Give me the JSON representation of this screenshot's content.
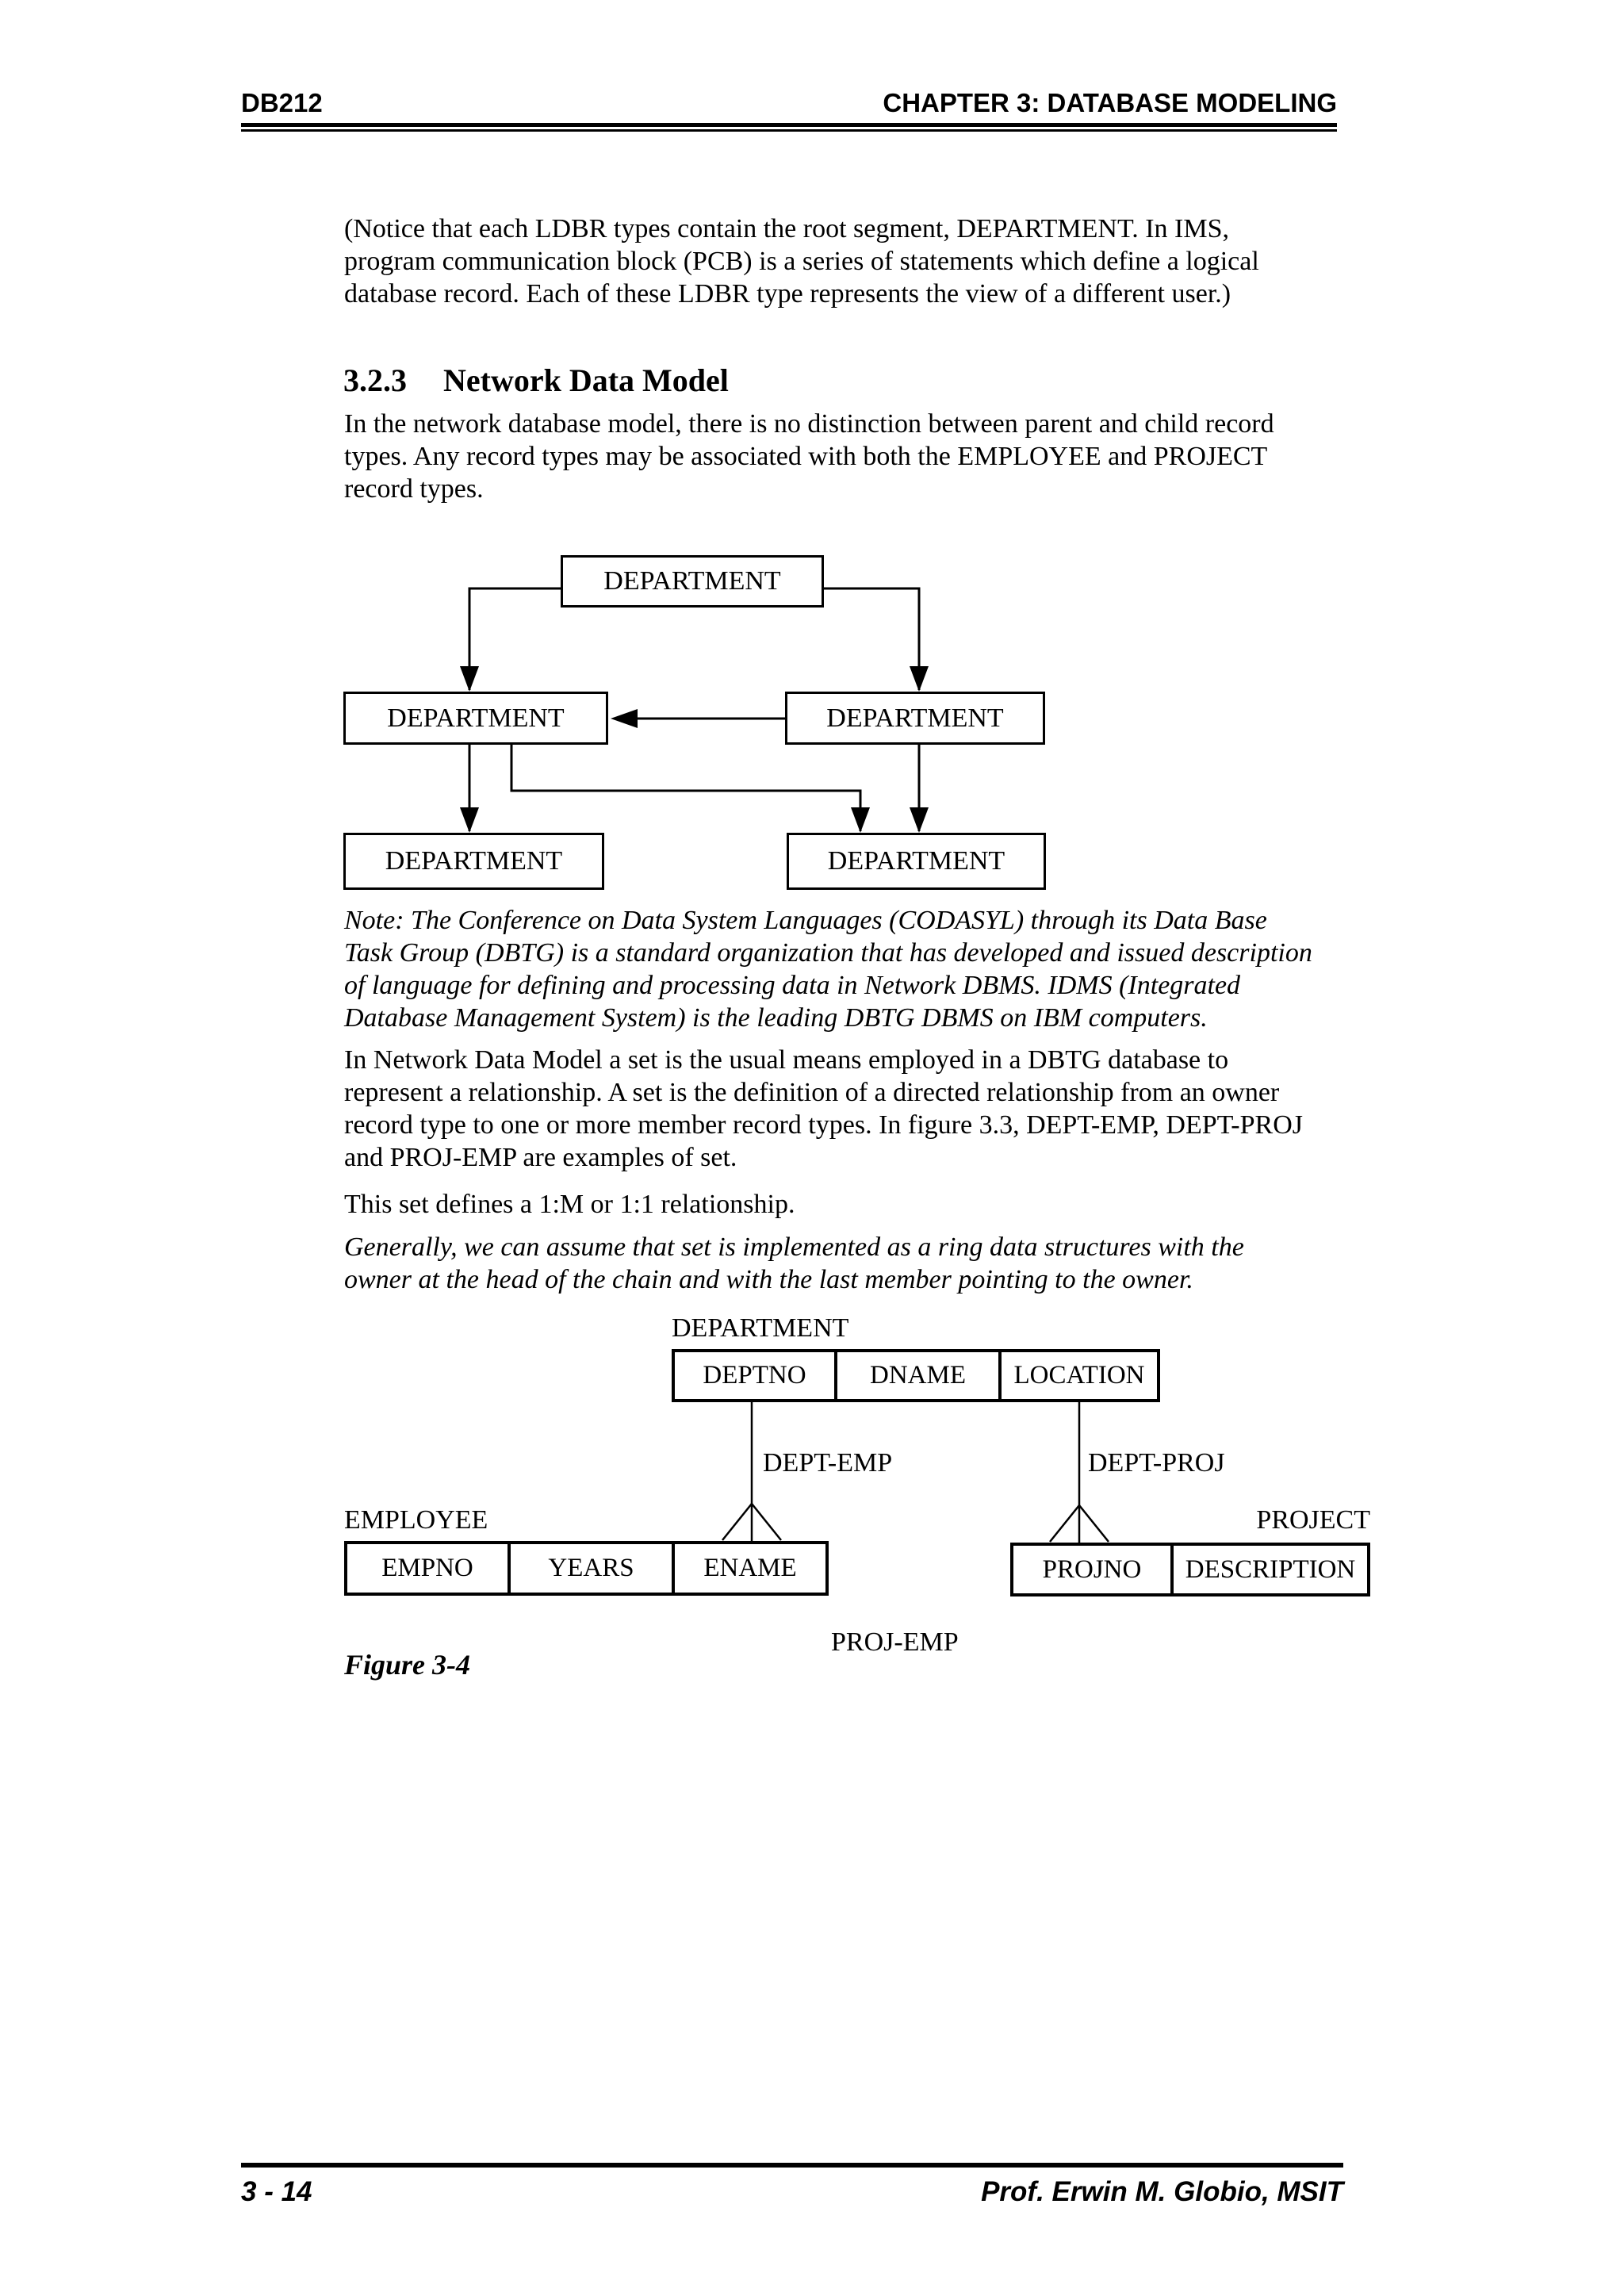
{
  "header": {
    "course_code": "DB212",
    "chapter_title": "CHAPTER 3: DATABASE MODELING"
  },
  "section": {
    "number": "3.2.3",
    "title": "Network Data Model"
  },
  "paragraphs": {
    "ldbr_note": "(Notice that each LDBR types contain the root segment, DEPARTMENT. In IMS,\nprogram communication block (PCB) is a series of statements which define a logical\ndatabase record. Each of these LDBR type represents the view of a different user.)",
    "network_intro": "In the network database model, there is no distinction between parent and child record\ntypes. Any record types may be associated with both the EMPLOYEE and PROJECT\nrecord types.",
    "codasyl_note": "Note: The Conference on Data System Languages (CODASYL) through its Data Base\nTask Group (DBTG) is a standard organization that has developed and issued description\nof language for defining and processing data in Network DBMS. IDMS (Integrated\nDatabase Management System) is the leading DBTG DBMS on IBM computers.",
    "set_usage": "In Network Data Model a set is the usual means employed in a DBTG database to\nrepresent a relationship. A set is the definition of a directed relationship from an owner\nrecord type to one or more member record types. In figure 3.3, DEPT-EMP, DEPT-PROJ\nand PROJ-EMP are examples of set.",
    "set_defines": "This set defines a 1:M or 1:1 relationship.",
    "generally": "Generally, we can assume that set is implemented as a ring data structures with the\nowner at the head of the chain and with the last member pointing to the owner."
  },
  "diagram1": {
    "boxes": {
      "top": "DEPARTMENT",
      "mid_left": "DEPARTMENT",
      "mid_right": "DEPARTMENT",
      "bottom_left": "DEPARTMENT",
      "bottom_right": "DEPARTMENT"
    }
  },
  "diagram2": {
    "department_label": "DEPARTMENT",
    "department_columns": [
      "DEPTNO",
      "DNAME",
      "LOCATION"
    ],
    "employee_label": "EMPLOYEE",
    "employee_columns": [
      "EMPNO",
      "YEARS",
      "ENAME"
    ],
    "project_label": "PROJECT",
    "project_columns": [
      "PROJNO",
      "DESCRIPTION"
    ],
    "sets": {
      "dept_emp": "DEPT-EMP",
      "dept_proj": "DEPT-PROJ",
      "proj_emp": "PROJ-EMP"
    },
    "figure_caption": "Figure 3-4"
  },
  "footer": {
    "page_number": "3 - 14",
    "author": "Prof. Erwin M. Globio, MSIT"
  }
}
